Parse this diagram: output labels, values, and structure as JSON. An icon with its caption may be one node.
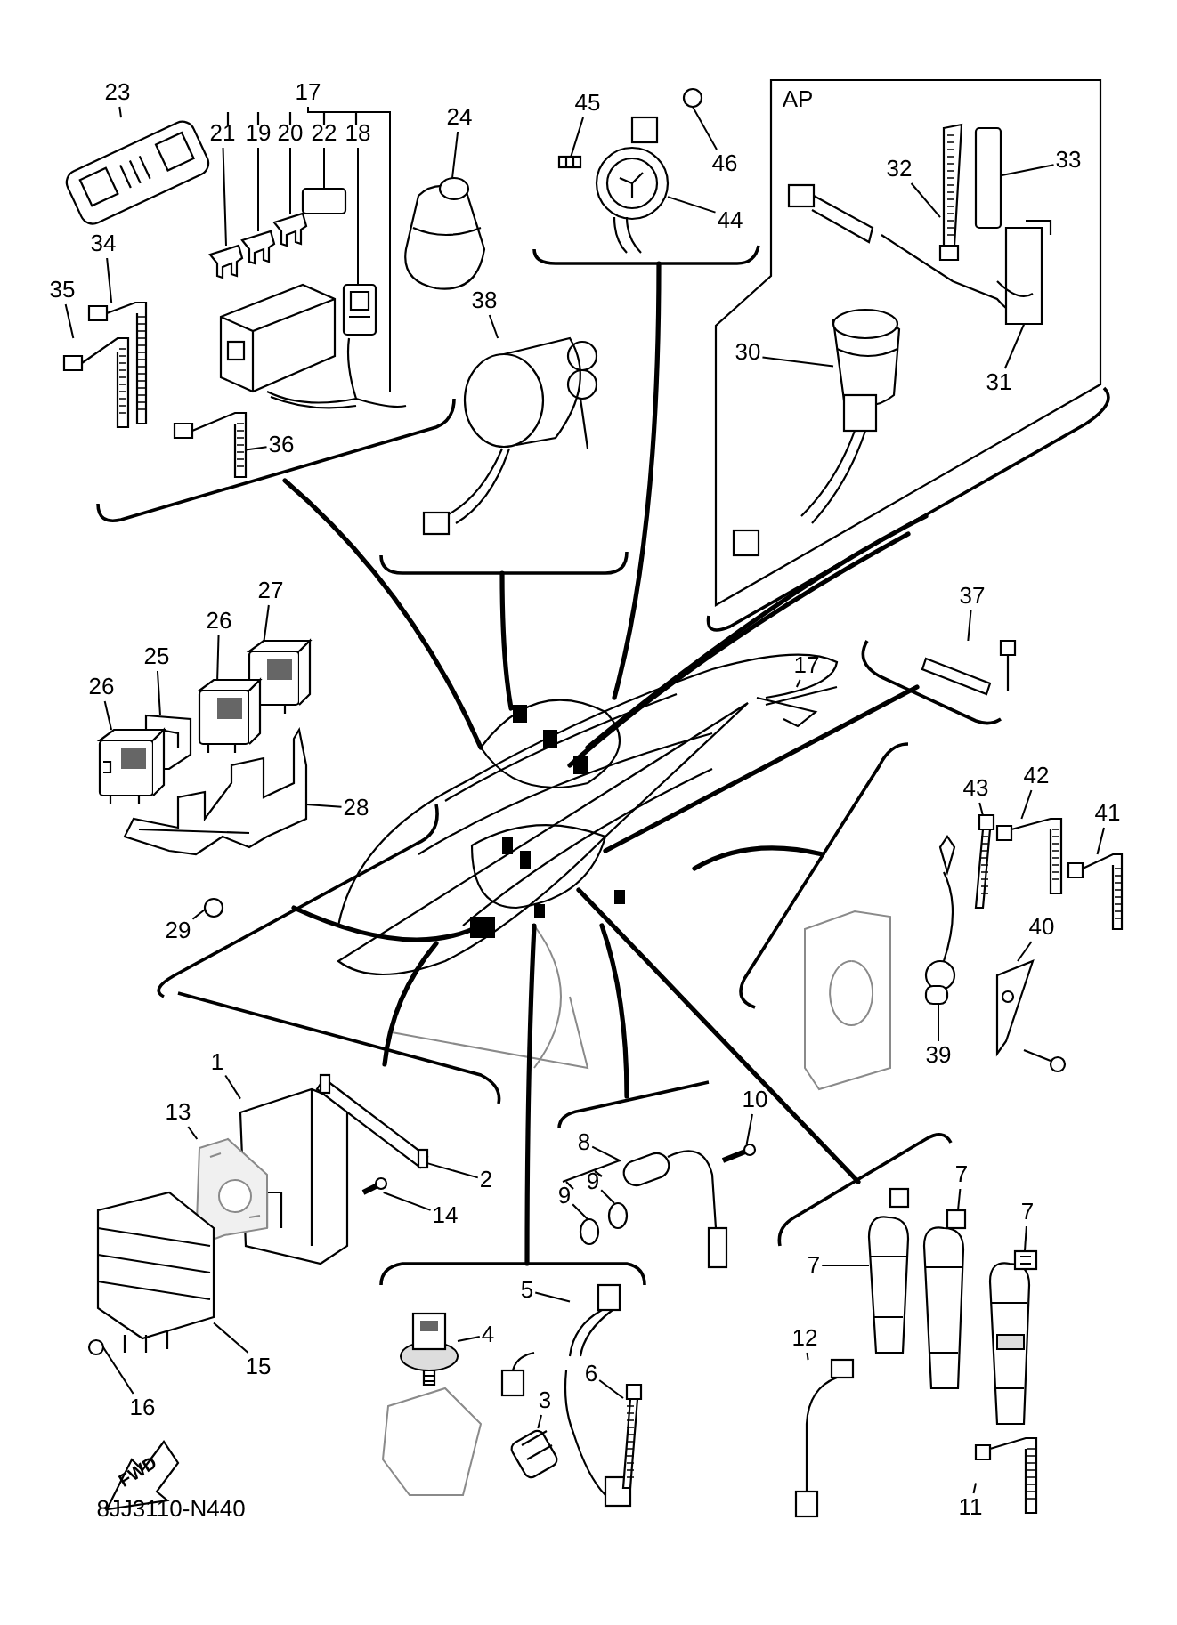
{
  "diagram": {
    "nodes": [
      {
        "text": [
          "23"
        ]
      },
      {
        "text": [
          "17"
        ]
      },
      {
        "text": [
          "21"
        ]
      },
      {
        "text": [
          "19"
        ]
      },
      {
        "text": [
          "20"
        ]
      },
      {
        "text": [
          "22"
        ]
      },
      {
        "text": [
          "18"
        ]
      },
      {
        "text": [
          "24"
        ]
      },
      {
        "text": [
          "45"
        ]
      },
      {
        "text": [
          "46"
        ]
      },
      {
        "text": [
          "44"
        ]
      },
      {
        "text": [
          "32"
        ]
      },
      {
        "text": [
          "33"
        ]
      },
      {
        "text": [
          "34"
        ]
      },
      {
        "text": [
          "35"
        ]
      },
      {
        "text": [
          "38"
        ]
      },
      {
        "text": [
          "30"
        ]
      },
      {
        "text": [
          "31"
        ]
      },
      {
        "text": [
          "36"
        ]
      },
      {
        "text": [
          "27"
        ]
      },
      {
        "text": [
          "26"
        ]
      },
      {
        "text": [
          "37"
        ]
      },
      {
        "text": [
          "25"
        ]
      },
      {
        "text": [
          "17"
        ]
      },
      {
        "text": [
          "26"
        ]
      },
      {
        "text": [
          "28"
        ]
      },
      {
        "text": [
          "43"
        ]
      },
      {
        "text": [
          "42"
        ]
      },
      {
        "text": [
          "41"
        ]
      },
      {
        "text": [
          "29"
        ]
      },
      {
        "text": [
          "40"
        ]
      },
      {
        "text": [
          "39"
        ]
      },
      {
        "text": [
          "1"
        ]
      },
      {
        "text": [
          "10"
        ]
      },
      {
        "text": [
          "8"
        ]
      },
      {
        "text": [
          "13"
        ]
      },
      {
        "text": [
          "9"
        ]
      },
      {
        "text": [
          "9"
        ]
      },
      {
        "text": [
          "2"
        ]
      },
      {
        "text": [
          "7"
        ]
      },
      {
        "text": [
          "14"
        ]
      },
      {
        "text": [
          "7"
        ]
      },
      {
        "text": [
          "5"
        ]
      },
      {
        "text": [
          "4"
        ]
      },
      {
        "text": [
          "7"
        ]
      },
      {
        "text": [
          "12"
        ]
      },
      {
        "text": [
          "15"
        ]
      },
      {
        "text": [
          "6"
        ]
      },
      {
        "text": [
          "3"
        ]
      },
      {
        "text": [
          "16"
        ]
      },
      {
        "text": [
          "11"
        ]
      },
      {
        "text": [],
        "shape": "picture"
      },
      {
        "text": [],
        "shape": "picture"
      },
      {
        "text": [],
        "shape": "picture"
      },
      {
        "text": [],
        "shape": "picture"
      },
      {
        "text": [],
        "shape": "picture"
      },
      {
        "text": [],
        "shape": "box"
      },
      {
        "text": [],
        "shape": "picture"
      },
      {
        "text": [],
        "shape": "picture"
      },
      {
        "text": [],
        "shape": "picture"
      },
      {
        "text": [],
        "shape": "circle"
      },
      {
        "text": [],
        "shape": "picture"
      },
      {
        "text": [],
        "shape": "picture"
      },
      {
        "text": [],
        "shape": "box"
      },
      {
        "text": [],
        "shape": "picture"
      },
      {
        "text": [],
        "shape": "picture"
      },
      {
        "text": [],
        "shape": "picture"
      },
      {
        "text": [],
        "shape": "picture"
      },
      {
        "text": [],
        "shape": "picture"
      },
      {
        "text": [],
        "shape": "picture"
      },
      {
        "text": [],
        "shape": "picture"
      },
      {
        "text": [],
        "shape": "picture"
      },
      {
        "text": [],
        "shape": "picture"
      },
      {
        "text": [],
        "shape": "picture"
      },
      {
        "text": [],
        "shape": "picture"
      },
      {
        "text": [],
        "shape": "picture"
      },
      {
        "text": [],
        "shape": "picture"
      },
      {
        "text": [],
        "shape": "picture"
      },
      {
        "text": [],
        "shape": "picture"
      },
      {
        "text": [],
        "shape": "picture"
      },
      {
        "text": [],
        "shape": "circle"
      },
      {
        "text": [],
        "shape": "picture"
      },
      {
        "text": [],
        "shape": "picture"
      },
      {
        "text": [],
        "shape": "picture"
      },
      {
        "text": [],
        "shape": "picture"
      },
      {
        "text": [],
        "shape": "picture"
      },
      {
        "text": [],
        "shape": "picture"
      },
      {
        "text": [],
        "shape": "circle"
      },
      {
        "text": [],
        "shape": "circle"
      },
      {
        "text": [],
        "shape": "picture"
      },
      {
        "text": [],
        "shape": "picture"
      },
      {
        "text": [],
        "shape": "picture"
      },
      {
        "text": [],
        "shape": "picture"
      },
      {
        "text": [],
        "shape": "picture"
      },
      {
        "text": [],
        "shape": "picture"
      },
      {
        "text": [],
        "shape": "picture"
      },
      {
        "text": [],
        "shape": "picture"
      },
      {
        "text": [],
        "shape": "picture"
      },
      {
        "text": [],
        "shape": "picture"
      },
      {
        "text": [],
        "shape": "picture"
      },
      {
        "text": [],
        "shape": "circle"
      },
      {
        "text": [],
        "shape": "picture"
      }
    ],
    "edges": [
      {
        "from": 0,
        "to": 51,
        "arrow": "none"
      },
      {
        "from": 1,
        "to": 52,
        "arrow": "none"
      },
      {
        "from": 2,
        "to": 53,
        "arrow": "none"
      },
      {
        "from": 3,
        "to": 54,
        "arrow": "none"
      },
      {
        "from": 4,
        "to": 55,
        "arrow": "none"
      },
      {
        "from": 5,
        "to": 56,
        "arrow": "none"
      },
      {
        "from": 6,
        "to": 57,
        "arrow": "none"
      },
      {
        "from": 7,
        "to": 58,
        "arrow": "none"
      },
      {
        "from": 8,
        "to": 59,
        "arrow": "none"
      },
      {
        "from": 9,
        "to": 60,
        "arrow": "none"
      },
      {
        "from": 10,
        "to": 61,
        "arrow": "none"
      },
      {
        "from": 11,
        "to": 62,
        "arrow": "none"
      },
      {
        "from": 12,
        "to": 63,
        "arrow": "none"
      },
      {
        "from": 13,
        "to": 64,
        "arrow": "none"
      },
      {
        "from": 14,
        "to": 65,
        "arrow": "none"
      },
      {
        "from": 15,
        "to": 66,
        "arrow": "none"
      },
      {
        "from": 16,
        "to": 67,
        "arrow": "none"
      },
      {
        "from": 17,
        "to": 68,
        "arrow": "none"
      },
      {
        "from": 18,
        "to": 69,
        "arrow": "none"
      },
      {
        "from": 19,
        "to": 70,
        "arrow": "none"
      },
      {
        "from": 20,
        "to": 71,
        "arrow": "none"
      },
      {
        "from": 21,
        "to": 72,
        "arrow": "none"
      },
      {
        "from": 22,
        "to": 73,
        "arrow": "none"
      },
      {
        "from": 23,
        "to": 74,
        "arrow": "none"
      },
      {
        "from": 24,
        "to": 75,
        "arrow": "none"
      },
      {
        "from": 25,
        "to": 76,
        "arrow": "none"
      },
      {
        "from": 26,
        "to": 77,
        "arrow": "none"
      },
      {
        "from": 27,
        "to": 78,
        "arrow": "none"
      },
      {
        "from": 28,
        "to": 79,
        "arrow": "none"
      },
      {
        "from": 29,
        "to": 80,
        "arrow": "none"
      },
      {
        "from": 30,
        "to": 81,
        "arrow": "none"
      },
      {
        "from": 31,
        "to": 82,
        "arrow": "none"
      },
      {
        "from": 32,
        "to": 83,
        "arrow": "none"
      },
      {
        "from": 33,
        "to": 84,
        "arrow": "none"
      },
      {
        "from": 34,
        "to": 85,
        "arrow": "none"
      },
      {
        "from": 35,
        "to": 86,
        "arrow": "none"
      },
      {
        "from": 36,
        "to": 87,
        "arrow": "none"
      },
      {
        "from": 37,
        "to": 88,
        "arrow": "none"
      },
      {
        "from": 38,
        "to": 89,
        "arrow": "none"
      },
      {
        "from": 39,
        "to": 90,
        "arrow": "none"
      },
      {
        "from": 40,
        "to": 91,
        "arrow": "none"
      },
      {
        "from": 41,
        "to": 92,
        "arrow": "none"
      },
      {
        "from": 42,
        "to": 93,
        "arrow": "none"
      },
      {
        "from": 43,
        "to": 94,
        "arrow": "none"
      },
      {
        "from": 44,
        "to": 95,
        "arrow": "none"
      },
      {
        "from": 45,
        "to": 96,
        "arrow": "none"
      },
      {
        "from": 46,
        "to": 97,
        "arrow": "none"
      },
      {
        "from": 47,
        "to": 98,
        "arrow": "none"
      },
      {
        "from": 48,
        "to": 99,
        "arrow": "none"
      },
      {
        "from": 49,
        "to": 100,
        "arrow": "none"
      },
      {
        "from": 50,
        "to": 101,
        "arrow": "none"
      }
    ],
    "labels": [
      "AP",
      "FWD",
      "8JJ3110-N440"
    ]
  }
}
